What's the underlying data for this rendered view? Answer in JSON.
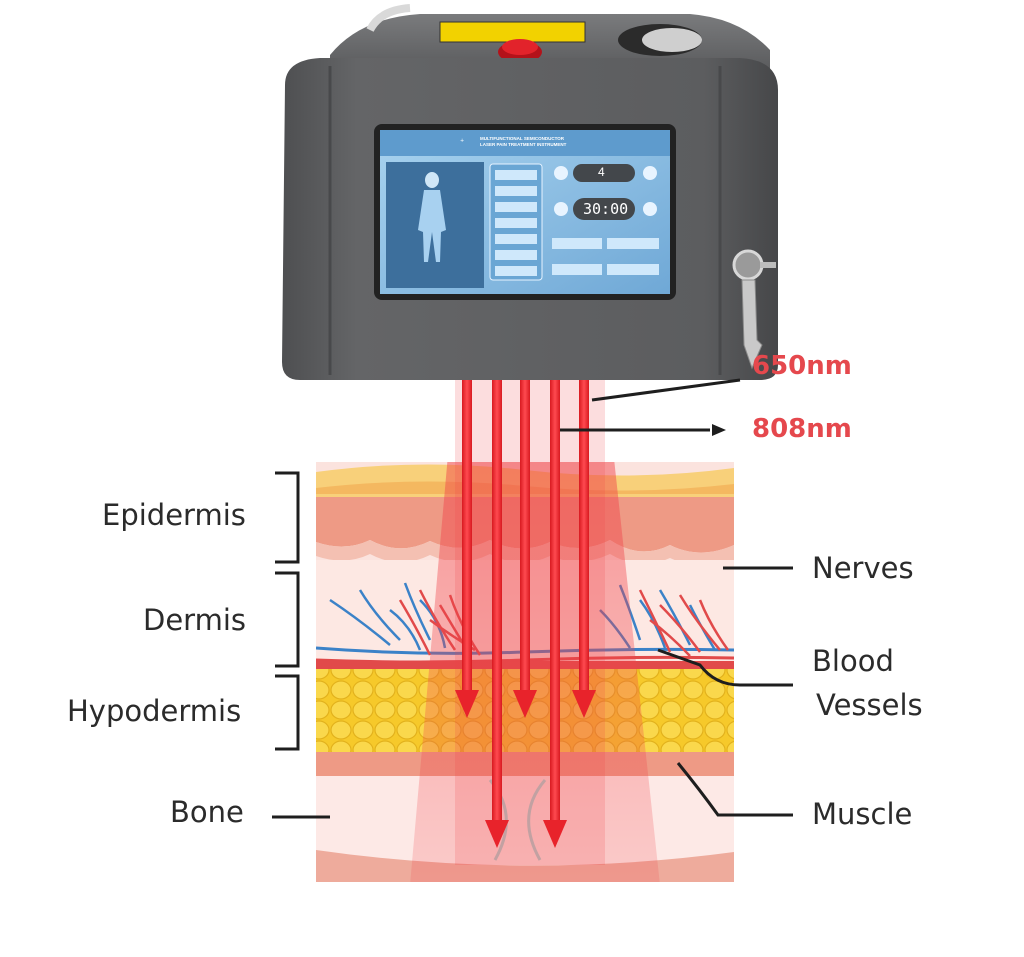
{
  "device": {
    "screen_title_line1": "MULTIFUNCTIONAL SEMICONDUCTOR",
    "screen_title_line2": "LASER PAIN TREATMENT INSTRUMENT",
    "power_value": "4",
    "timer_value": "30:00"
  },
  "wavelengths": {
    "upper": "650nm",
    "lower": "808nm"
  },
  "labels": {
    "epidermis": "Epidermis",
    "dermis": "Dermis",
    "hypodermis": "Hypodermis",
    "bone": "Bone",
    "nerves": "Nerves",
    "blood_vessels_line1": "Blood",
    "blood_vessels_line2": "Vessels",
    "muscle": "Muscle"
  },
  "colors": {
    "beam": "#e8232b",
    "device_body": "#5e5f61",
    "screen_bg": "#8fc3e6",
    "label_text": "#2b2b2b",
    "wavelength_text": "#e5484d"
  }
}
